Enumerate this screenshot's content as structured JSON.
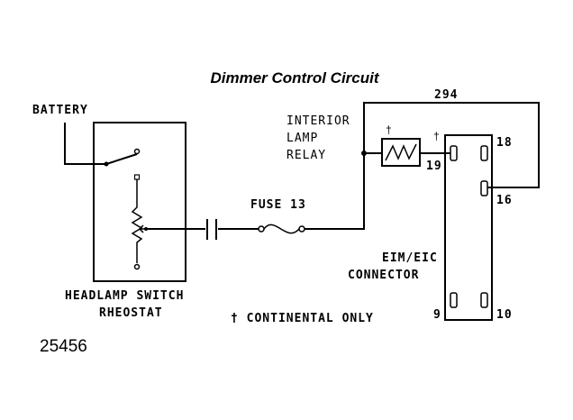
{
  "diagram": {
    "title": "Dimmer Control Circuit",
    "labels": {
      "battery": "BATTERY",
      "interior_lamp_relay": [
        "INTERIOR",
        "LAMP",
        "RELAY"
      ],
      "wire_294": "294",
      "fuse": "FUSE 13",
      "headlamp_switch": "HEADLAMP SWITCH",
      "rheostat": "RHEOSTAT",
      "continental_note": "† CONTINENTAL ONLY",
      "connector_name": [
        "EIM/EIC",
        "CONNECTOR"
      ],
      "pin_18": "18",
      "pin_19": "19",
      "pin_16": "16",
      "pin_9": "9",
      "pin_10": "10",
      "dagger_relay": "†",
      "dagger_wire": "†",
      "figure_number": "25456"
    }
  }
}
